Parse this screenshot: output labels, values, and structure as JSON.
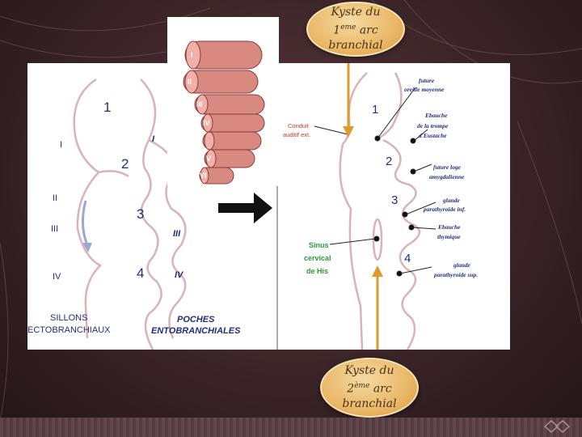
{
  "left_diagram": {
    "numbers": [
      "1",
      "2",
      "3",
      "4"
    ],
    "romans_left": [
      "I",
      "II",
      "III",
      "IV"
    ],
    "romans_right": [
      "I",
      "III",
      "IV"
    ],
    "label_sillons": [
      "SILLONS",
      "ECTOBRANCHIAUX"
    ],
    "label_poches": [
      "POCHES",
      "ENTOBRANCHIALES"
    ]
  },
  "inset": {
    "romans": [
      "I",
      "II",
      "III",
      "IV",
      "V",
      "VI"
    ]
  },
  "right_diagram": {
    "numbers": [
      "1",
      "2",
      "3",
      "4"
    ],
    "conduit": [
      "Conduit",
      "auditif ext."
    ],
    "sinus": [
      "Sinus",
      "cervical",
      "de His"
    ],
    "annotations": [
      [
        "future",
        "oreille moyenne"
      ],
      [
        "Ebauche",
        "de la trompe",
        "d'Eustache"
      ],
      [
        "future loge",
        "amygdalienne"
      ],
      [
        "glande",
        "parathyroïde inf."
      ],
      [
        "Ebauche",
        "thymique"
      ],
      [
        "glande",
        "parathyroïde sup."
      ]
    ]
  },
  "callouts": {
    "top": {
      "line1": "Kyste du",
      "num": "1",
      "sup": "eme",
      "rest": " arc",
      "line3": "branchial"
    },
    "bottom": {
      "line1": "Kyste du",
      "num": "2",
      "sup": "ème",
      "rest": " arc",
      "line3": "branchial"
    }
  },
  "colors": {
    "outline": "#d9b3b8",
    "blue_label": "#1f2f7a",
    "green_label": "#2a9a3a",
    "orange_arrow": "#e09a2a",
    "callout_fill": "#e9b867"
  }
}
